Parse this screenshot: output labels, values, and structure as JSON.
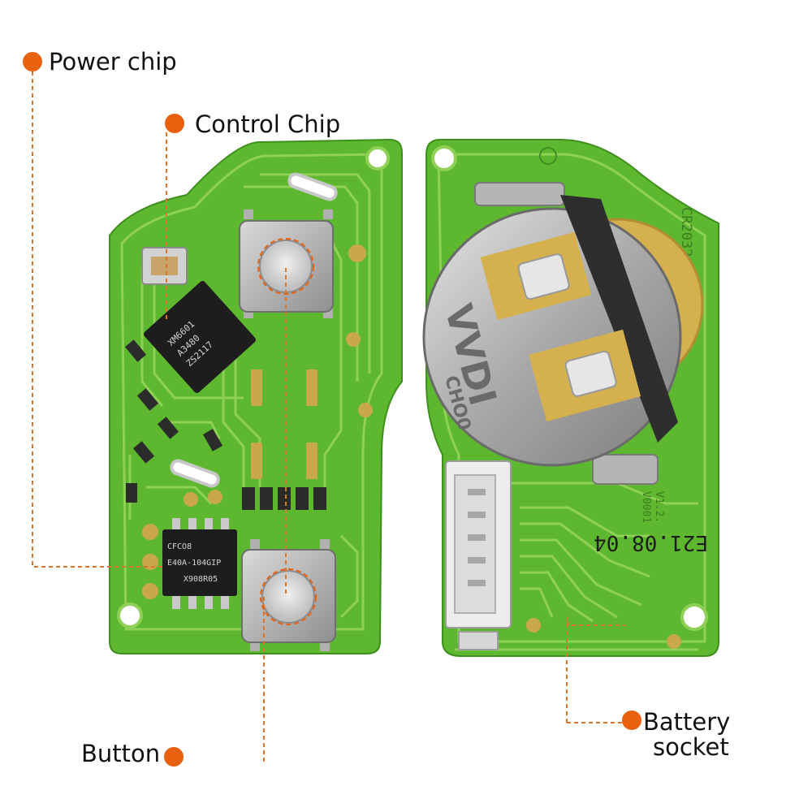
{
  "callouts": {
    "power_chip": "Power chip",
    "control_chip": "Control Chip",
    "button": "Button",
    "battery_socket_line1": "Battery",
    "battery_socket_line2": "socket"
  },
  "chip_markings": {
    "control_chip": [
      "XM6601",
      "A3480",
      "ZS2117"
    ],
    "power_chip": [
      "CFCO8",
      "E40A-104GIP",
      "X908R05"
    ]
  },
  "board_markings": {
    "battery_holder": [
      "VVDI",
      "CHO0"
    ],
    "date_code": "E21.08.04",
    "coin_cell": "CR2032",
    "version_1": "V0001",
    "version_2": "V1.2."
  },
  "colors": {
    "pcb": "#5db830",
    "pcb_dark": "#3e8f1d",
    "trace": "#8fd056",
    "gold": "#c9a84a",
    "callout_dot": "#e8610f",
    "callout_line": "#d9762b",
    "metal": "#c8c8c8"
  },
  "icons": {
    "callout_marker": "orange-dot-icon"
  }
}
